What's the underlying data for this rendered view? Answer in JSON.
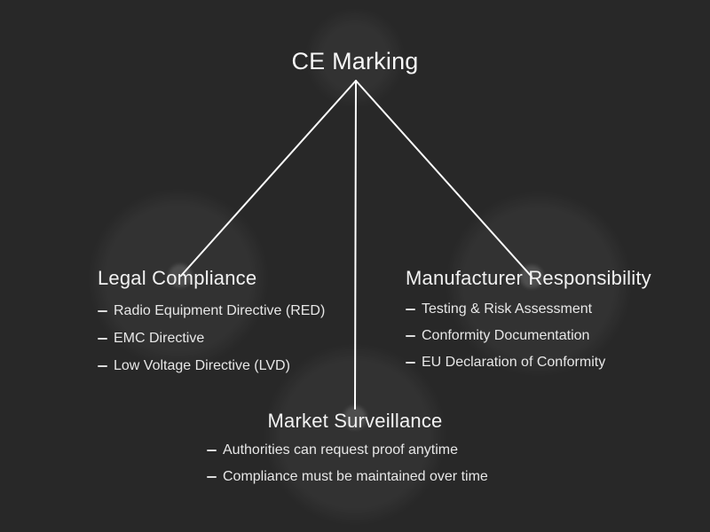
{
  "diagram": {
    "root": {
      "label": "CE Marking"
    },
    "branches": [
      {
        "title": "Legal Compliance",
        "items": [
          "Radio Equipment Directive (RED)",
          "EMC Directive",
          "Low Voltage Directive (LVD)"
        ]
      },
      {
        "title": "Manufacturer Responsibility",
        "items": [
          "Testing & Risk Assessment",
          "Conformity Documentation",
          "EU Declaration of Conformity"
        ]
      },
      {
        "title": "Market Surveillance",
        "items": [
          "Authorities can request proof anytime",
          "Compliance must be maintained over time"
        ]
      }
    ],
    "colors": {
      "background": "#282828",
      "glow_circle": "#333333",
      "connector": "#ffffff",
      "title_text": "#f7f7f7",
      "heading_text": "#f2f2f2",
      "body_text": "#e7e7e7",
      "dash": "#dcdcdc"
    }
  }
}
